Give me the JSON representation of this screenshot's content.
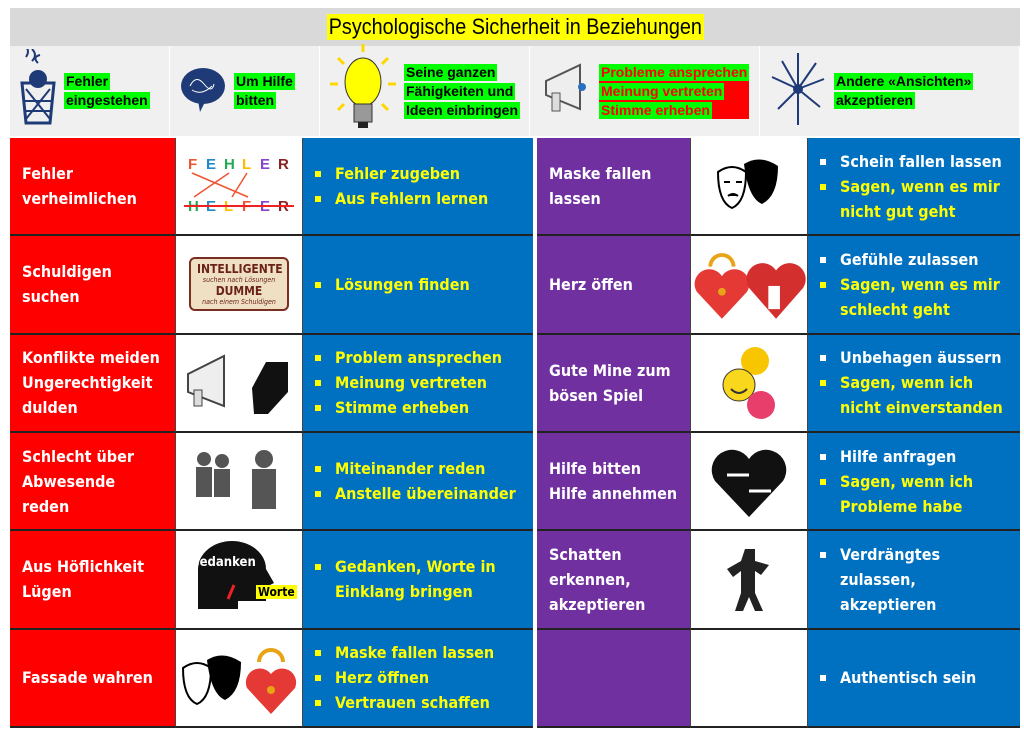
{
  "title": "Psychologische Sicherheit in Beziehungen",
  "header_items": [
    {
      "icon": "wastebasket-icon",
      "lines": [
        "Fehler",
        "eingestehen"
      ],
      "red": false,
      "w": 160
    },
    {
      "icon": "speech-bubble-icon",
      "lines": [
        "Um Hilfe",
        "bitten"
      ],
      "red": false,
      "w": 150
    },
    {
      "icon": "lightbulb-icon",
      "lines": [
        "Seine ganzen",
        "Fähigkeiten und",
        "Ideen einbringen"
      ],
      "red": false,
      "w": 210
    },
    {
      "icon": "megaphone-icon",
      "lines": [
        "Probleme ansprechen",
        "Meinung vertreten",
        "Stimme erheben"
      ],
      "red": true,
      "w": 230
    },
    {
      "icon": "arrows-burst-icon",
      "lines": [
        "Andere «Ansichten»",
        "akzeptieren"
      ],
      "red": false,
      "w": 260
    }
  ],
  "rows": [
    {
      "left": "Fehler\nverheimlichen",
      "left_img": "fehler-helfer-icon",
      "left_items": [
        {
          "t": "Fehler zugeben",
          "c": "y"
        },
        {
          "t": "Aus Fehlern lernen",
          "c": "y"
        }
      ],
      "right": "Maske fallen\nlassen",
      "right_img": "theater-masks-icon",
      "right_items": [
        {
          "t": "Schein fallen lassen",
          "c": "w"
        },
        {
          "t": "Sagen, wenn es mir\nnicht gut geht",
          "c": "y"
        }
      ]
    },
    {
      "left": "Schuldigen\nsuchen",
      "left_img": "intelligente-dumme-sign-icon",
      "sign": [
        "INTELLIGENTE",
        "suchen nach Lösungen",
        "DUMME",
        "nach einem Schuldigen"
      ],
      "left_items": [
        {
          "t": "Lösungen finden",
          "c": "y"
        }
      ],
      "right": "Herz öffen",
      "right_img": "heart-lock-door-icon",
      "right_items": [
        {
          "t": "Gefühle zulassen",
          "c": "w"
        },
        {
          "t": "Sagen, wenn es mir\nschlecht geht",
          "c": "y"
        }
      ]
    },
    {
      "left": "Konflikte meiden\nUngerechtigkeit\ndulden",
      "left_img": "megaphone-fist-icon",
      "left_items": [
        {
          "t": "Problem ansprechen",
          "c": "y"
        },
        {
          "t": "Meinung vertreten",
          "c": "y"
        },
        {
          "t": " Stimme erheben",
          "c": "y"
        }
      ],
      "right": "Gute Mine zum\nbösen Spiel",
      "right_img": "emoji-faces-icon",
      "right_items": [
        {
          "t": "Unbehagen äussern",
          "c": "w"
        },
        {
          "t": "Sagen, wenn ich\nnicht einverstanden",
          "c": "y"
        }
      ]
    },
    {
      "left": "Schlecht über\nAbwesende\nreden",
      "left_img": "gossip-people-icon",
      "left_items": [
        {
          "t": "Miteinander reden",
          "c": "y"
        },
        {
          "t": "Anstelle übereinander",
          "c": "y"
        }
      ],
      "right": "Hilfe bitten\nHilfe annehmen",
      "right_img": "heart-hands-icon",
      "right_items": [
        {
          "t": "Hilfe anfragen",
          "c": "w"
        },
        {
          "t": "Sagen, wenn ich\nProbleme habe",
          "c": "y"
        }
      ]
    },
    {
      "left": "Aus Höflichkeit\nLügen",
      "left_img": "head-gedanken-worte-icon",
      "head": [
        "Gedanken",
        "Worte"
      ],
      "left_items": [
        {
          "t": "Gedanken, Worte in\nEinklang bringen",
          "c": "y"
        }
      ],
      "right": "Schatten\nerkennen,\nakzeptieren",
      "right_img": "shadow-figure-icon",
      "right_items": [
        {
          "t": "Verdrängtes\nzulassen,\nakzeptieren",
          "c": "w"
        }
      ]
    },
    {
      "left": "Fassade wahren",
      "left_img": "masks-heart-lock-icon",
      "left_items": [
        {
          "t": "Maske fallen lassen",
          "c": "y"
        },
        {
          "t": "Herz öffnen",
          "c": "y"
        },
        {
          "t": "Vertrauen schaffen",
          "c": "y"
        }
      ],
      "right": "",
      "right_img": "",
      "right_items": [
        {
          "t": "Authentisch sein",
          "c": "w"
        }
      ]
    }
  ],
  "colors": {
    "red": "#ff0000",
    "blue": "#0070c0",
    "purple": "#7030a0",
    "yellow": "#ffff00",
    "green": "#00ff00"
  }
}
